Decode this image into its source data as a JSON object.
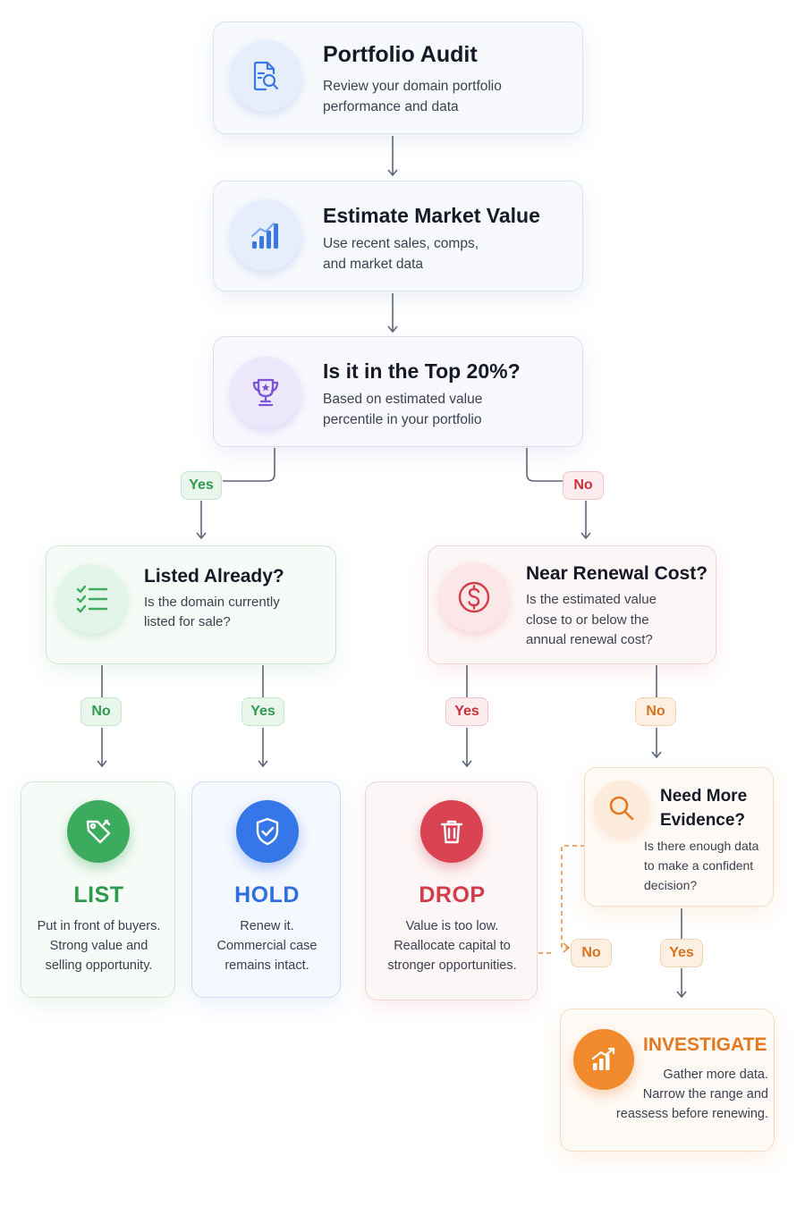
{
  "nodes": {
    "audit": {
      "title": "Portfolio Audit",
      "desc1": "Review your domain portfolio",
      "desc2": "performance and data",
      "icon": "document-search-icon"
    },
    "estimate": {
      "title": "Estimate Market Value",
      "desc1": "Use recent sales, comps,",
      "desc2": "and market data",
      "icon": "bar-chart-icon"
    },
    "top20": {
      "title": "Is it in the Top 20%?",
      "desc1": "Based on estimated value",
      "desc2": "percentile in your portfolio",
      "icon": "trophy-icon"
    },
    "listed": {
      "title": "Listed Already?",
      "desc1": "Is the domain currently",
      "desc2": "listed for sale?",
      "icon": "checklist-icon"
    },
    "renewal": {
      "title": "Near Renewal Cost?",
      "desc1": "Is the estimated value",
      "desc2": "close to or below the",
      "desc3": "annual renewal cost?",
      "icon": "dollar-icon"
    },
    "evidence": {
      "title1": "Need More",
      "title2": "Evidence?",
      "desc1": "Is there enough data",
      "desc2": "to make a confident",
      "desc3": "decision?",
      "icon": "magnifier-icon"
    }
  },
  "outcomes": {
    "list": {
      "label": "LIST",
      "desc1": "Put in front of buyers.",
      "desc2": "Strong value and",
      "desc3": "selling opportunity.",
      "icon": "tag-icon",
      "color": "#2f9a4d"
    },
    "hold": {
      "label": "HOLD",
      "desc1": "Renew it.",
      "desc2": "Commercial case",
      "desc3": "remains intact.",
      "icon": "shield-check-icon",
      "color": "#2f6fe0"
    },
    "drop": {
      "label": "DROP",
      "desc1": "Value is too low.",
      "desc2": "Reallocate capital to",
      "desc3": "stronger opportunities.",
      "icon": "trash-icon",
      "color": "#d23c4b"
    },
    "investigate": {
      "label": "INVESTIGATE",
      "desc1": "Gather more data.",
      "desc2": "Narrow the range and",
      "desc3": "reassess before renewing.",
      "icon": "growth-chart-icon",
      "color": "#e5781f"
    }
  },
  "edges": {
    "top20_yes": "Yes",
    "top20_no": "No",
    "listed_no": "No",
    "listed_yes": "Yes",
    "renewal_yes": "Yes",
    "renewal_no": "No",
    "evidence_no": "No",
    "evidence_yes": "Yes"
  },
  "colors": {
    "connector": "#5d6578",
    "green": "#2f9a4d",
    "red": "#c8323f",
    "orange": "#e5781f",
    "blue": "#2f6fe0",
    "purple": "#7a55d6"
  }
}
